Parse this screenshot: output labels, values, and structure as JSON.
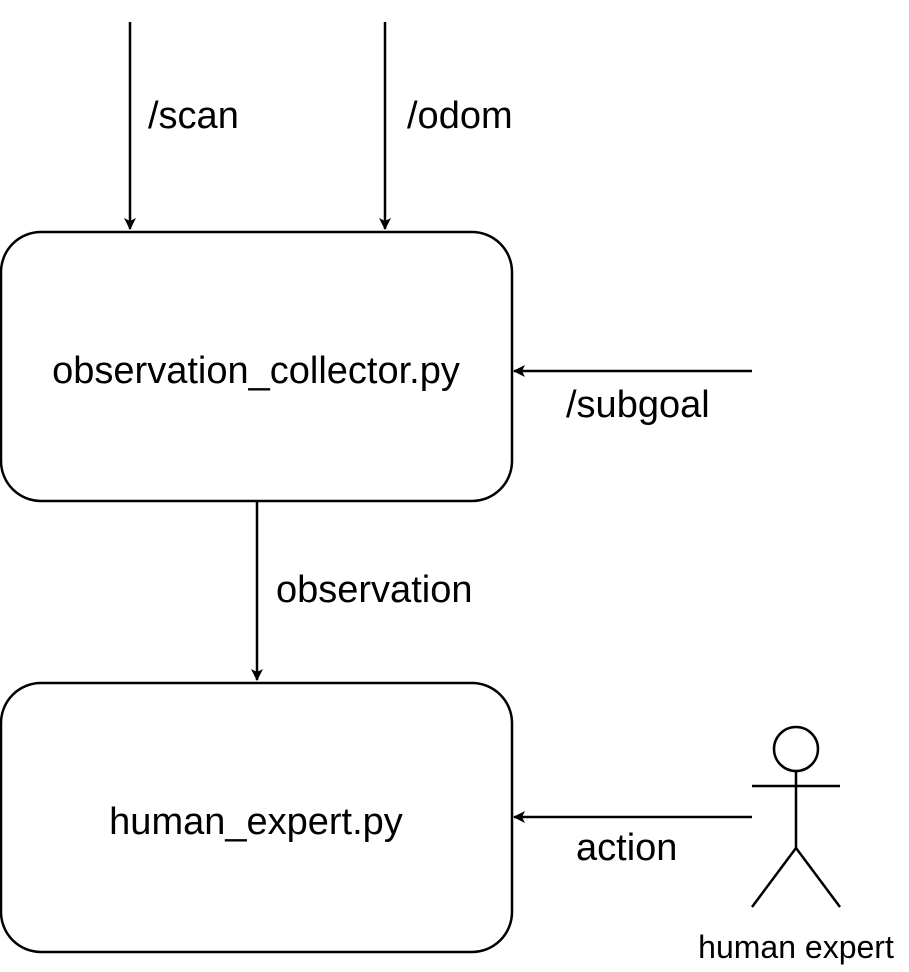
{
  "nodes": {
    "collector": {
      "label": "observation_collector.py"
    },
    "expert_script": {
      "label": "human_expert.py"
    }
  },
  "edges": {
    "scan": {
      "label": "/scan"
    },
    "odom": {
      "label": "/odom"
    },
    "subgoal": {
      "label": "/subgoal"
    },
    "observation": {
      "label": "observation"
    },
    "action": {
      "label": "action"
    }
  },
  "actor": {
    "label": "human expert",
    "icon": "person-stick-figure-icon"
  },
  "colors": {
    "stroke": "#000000",
    "background": "#ffffff"
  }
}
